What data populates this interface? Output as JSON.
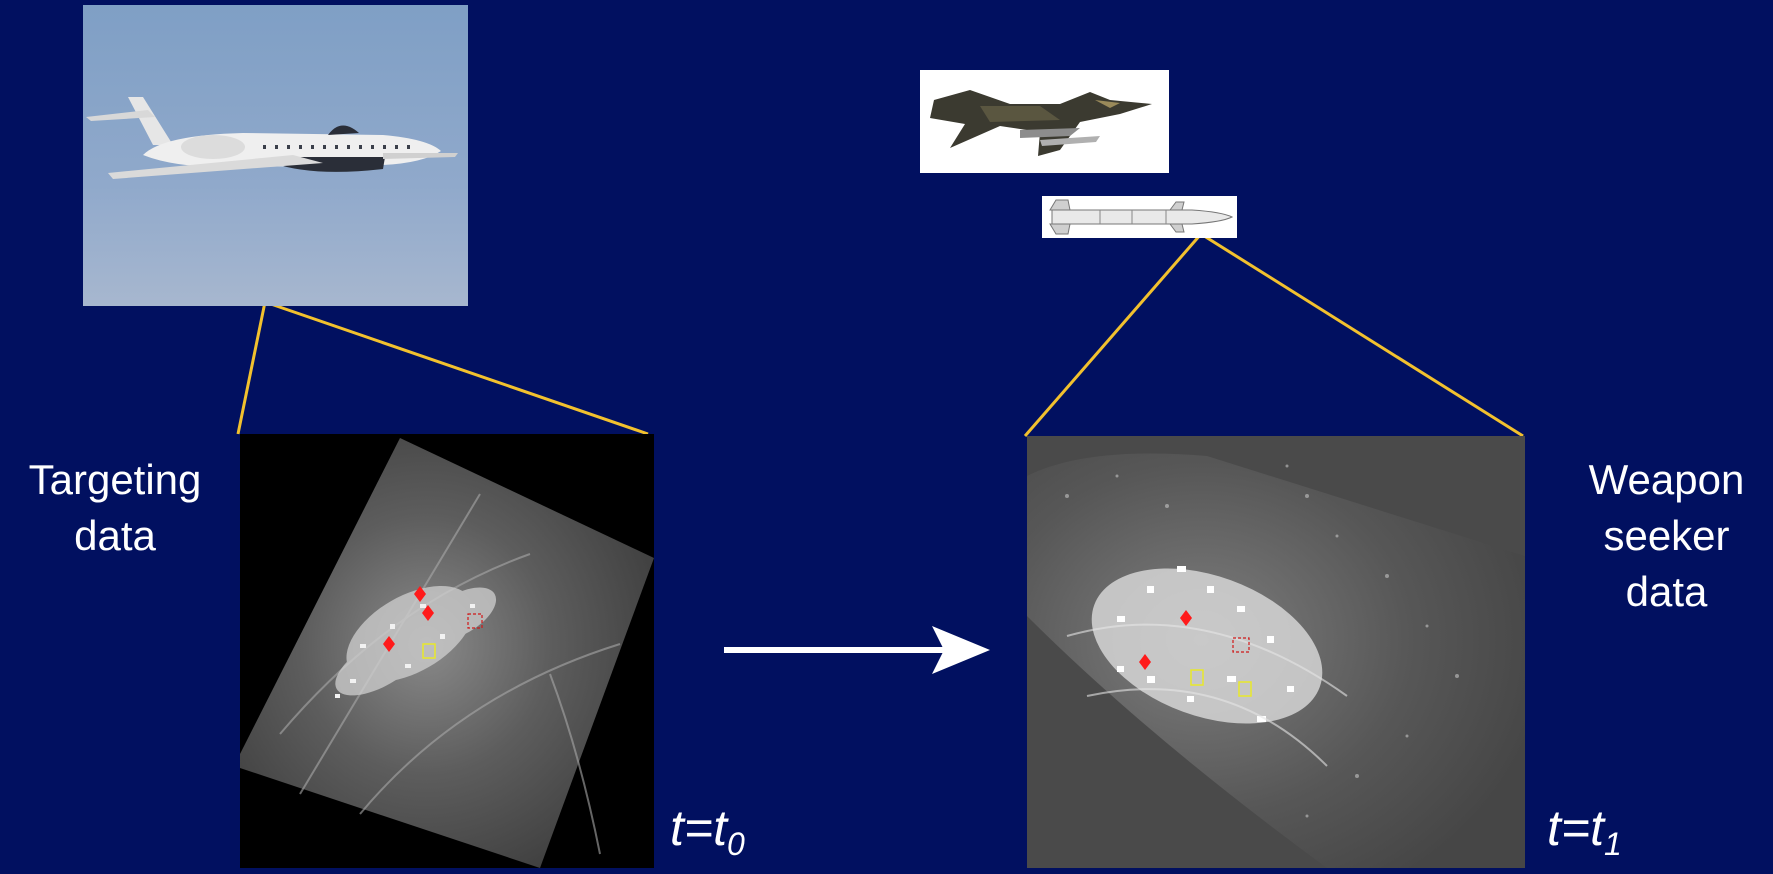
{
  "labels": {
    "targeting_line1": "Targeting",
    "targeting_line2": "data",
    "seeker_line1": "Weapon",
    "seeker_line2": "seeker",
    "seeker_line3": "data"
  },
  "times": {
    "left_base": "t=t",
    "left_sub": "0",
    "right_base": "t=t",
    "right_sub": "1"
  },
  "colors": {
    "background": "#011060",
    "projection_line": "#f2c12e",
    "arrow": "#ffffff",
    "target_marker": "#ff1a1a",
    "box_yellow": "#e8e82a",
    "box_red": "#d01818"
  },
  "icons": {
    "isr_aircraft": "business-jet-photo",
    "fighter_jet": "fighter-jet-photo",
    "missile": "missile-drawing",
    "sar_left": "sar-image-rotated",
    "sar_right": "sar-image-seeker"
  }
}
